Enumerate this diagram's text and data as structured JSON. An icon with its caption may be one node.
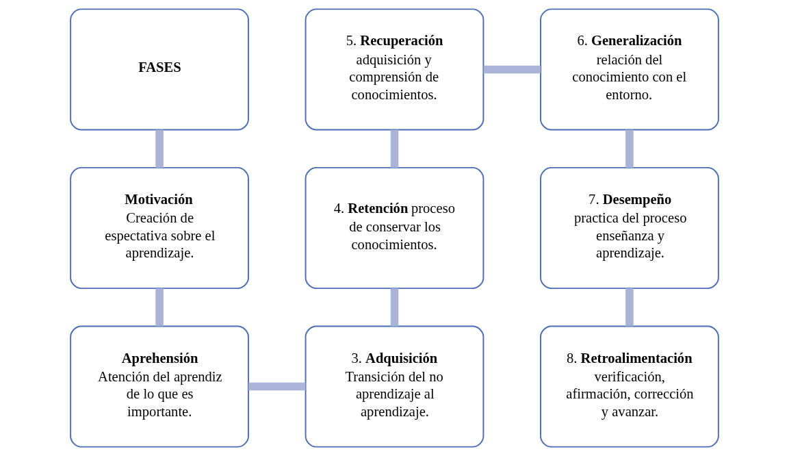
{
  "diagram": {
    "nodes": [
      {
        "text": [
          "FASES"
        ]
      },
      {
        "text": [
          "Motivación",
          "Creación de espectativa sobre el aprendizaje."
        ]
      },
      {
        "text": [
          "Aprehensión",
          "Atención del aprendiz de lo que es importante."
        ]
      },
      {
        "text": [
          "3. **Adquisición**",
          "Transición del no aprendizaje al aprendizaje."
        ]
      },
      {
        "text": [
          "4. **Retención** proceso de conservar los conocimientos."
        ]
      },
      {
        "text": [
          "5. **Recuperación**",
          "adquisición y comprensión de conocimientos."
        ]
      },
      {
        "text": [
          "6. **Generalización**",
          "relación del conocimiento con el entorno."
        ]
      },
      {
        "text": [
          "7. **Desempeño**",
          "practica del proceso enseñanza y aprendizaje."
        ]
      },
      {
        "text": [
          "8. **Retroalimentación**",
          "verificación, afirmación, corrección y avanzar."
        ]
      }
    ],
    "edges": [
      {
        "from": 0,
        "to": 1,
        "arrow": "none"
      },
      {
        "from": 1,
        "to": 2,
        "arrow": "none"
      },
      {
        "from": 2,
        "to": 3,
        "arrow": "none"
      },
      {
        "from": 3,
        "to": 4,
        "arrow": "none"
      },
      {
        "from": 4,
        "to": 5,
        "arrow": "none"
      },
      {
        "from": 5,
        "to": 6,
        "arrow": "none"
      },
      {
        "from": 6,
        "to": 7,
        "arrow": "none"
      },
      {
        "from": 7,
        "to": 8,
        "arrow": "none"
      }
    ]
  }
}
